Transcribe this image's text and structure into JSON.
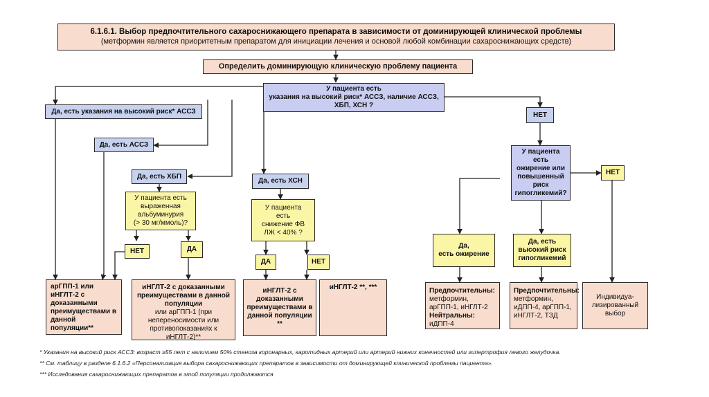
{
  "header": {
    "title": "6.1.6.1. Выбор предпочтительного сахароснижающего препарата в зависимости от доминирующей клинической проблемы",
    "subtitle": "(метформин является приоритетным препаратом для инициации лечения и основой любой комбинации сахароснижающих средств)"
  },
  "step1": "Определить доминирующую клиническую проблему пациента",
  "question_main": [
    "У пациента есть",
    "указания на высокий риск* АССЗ, наличие АССЗ,",
    "ХБП, ХСН ?"
  ],
  "branches": {
    "high_risk": "Да, есть указания на высокий риск* АССЗ",
    "assz": "Да, есть АССЗ",
    "hbp": "Да, есть ХБП",
    "hsn": "Да, есть ХСН",
    "no": "НЕТ"
  },
  "question_albumin": [
    "У пациента есть",
    "выраженная",
    "альбуминурия",
    "(> 30 мг/ммоль)?"
  ],
  "question_fv": [
    "У пациента",
    "есть",
    "снижение ФВ",
    "ЛЖ < 40% ?"
  ],
  "question_obesity": [
    "У пациента",
    "есть",
    "ожирение или",
    "повышенный",
    "риск",
    "гипогликемий?"
  ],
  "labels": {
    "albumin_no": "НЕТ",
    "albumin_yes": "ДА",
    "fv_yes": "ДА",
    "fv_no": "НЕТ",
    "obesity_no": "НЕТ"
  },
  "yes_obesity": [
    "Да,",
    "есть ожирение"
  ],
  "yes_hypo": [
    "Да, есть",
    "высокий риск",
    "гипогликемий"
  ],
  "results": {
    "arglp_bold": "арГПП-1 или иНГЛТ-2 с доказанными преимуществами в данной популяции**",
    "ingl_bold": "иНГЛТ-2 с доказанными преимуществами в данной популяции",
    "ingl_rest": "или арГПП-1 (при непереносимости или противопоказаниях к иНГЛТ-2)**",
    "hsn_bold": "иНГЛТ-2 с доказанными преимуществами в данной популяции **",
    "hsn_no": "иНГЛТ-2 **, ***",
    "obesity_pref_title": "Предпочтительны:",
    "obesity_pref": "метформин, арГПП-1, иНГЛТ-2",
    "obesity_neutral_title": "Нейтральны:",
    "obesity_neutral": "иДПП-4",
    "hypo_pref_title": "Предпочтительны:",
    "hypo_pref": "метформин, иДПП-4, арГПП-1, иНГЛТ-2, ТЗД",
    "individual": "Индивидуа-лизированный выбор"
  },
  "footnotes": [
    "* Указания на высокий риск АССЗ: возраст ≥55 лет с наличием 50% стеноза коронарных,  каротидных артерий или артерий нижних конечностей или гипертрофия левого желудочка.",
    "** См. таблицу в разделе 6.1.6.2 «Персонализация выбора сахароснижающих препаратов в зависимости от доминирующей клинической проблемы пациента».",
    "*** Исследования сахароснижающих препаратов в этой популяции продолжаются"
  ]
}
